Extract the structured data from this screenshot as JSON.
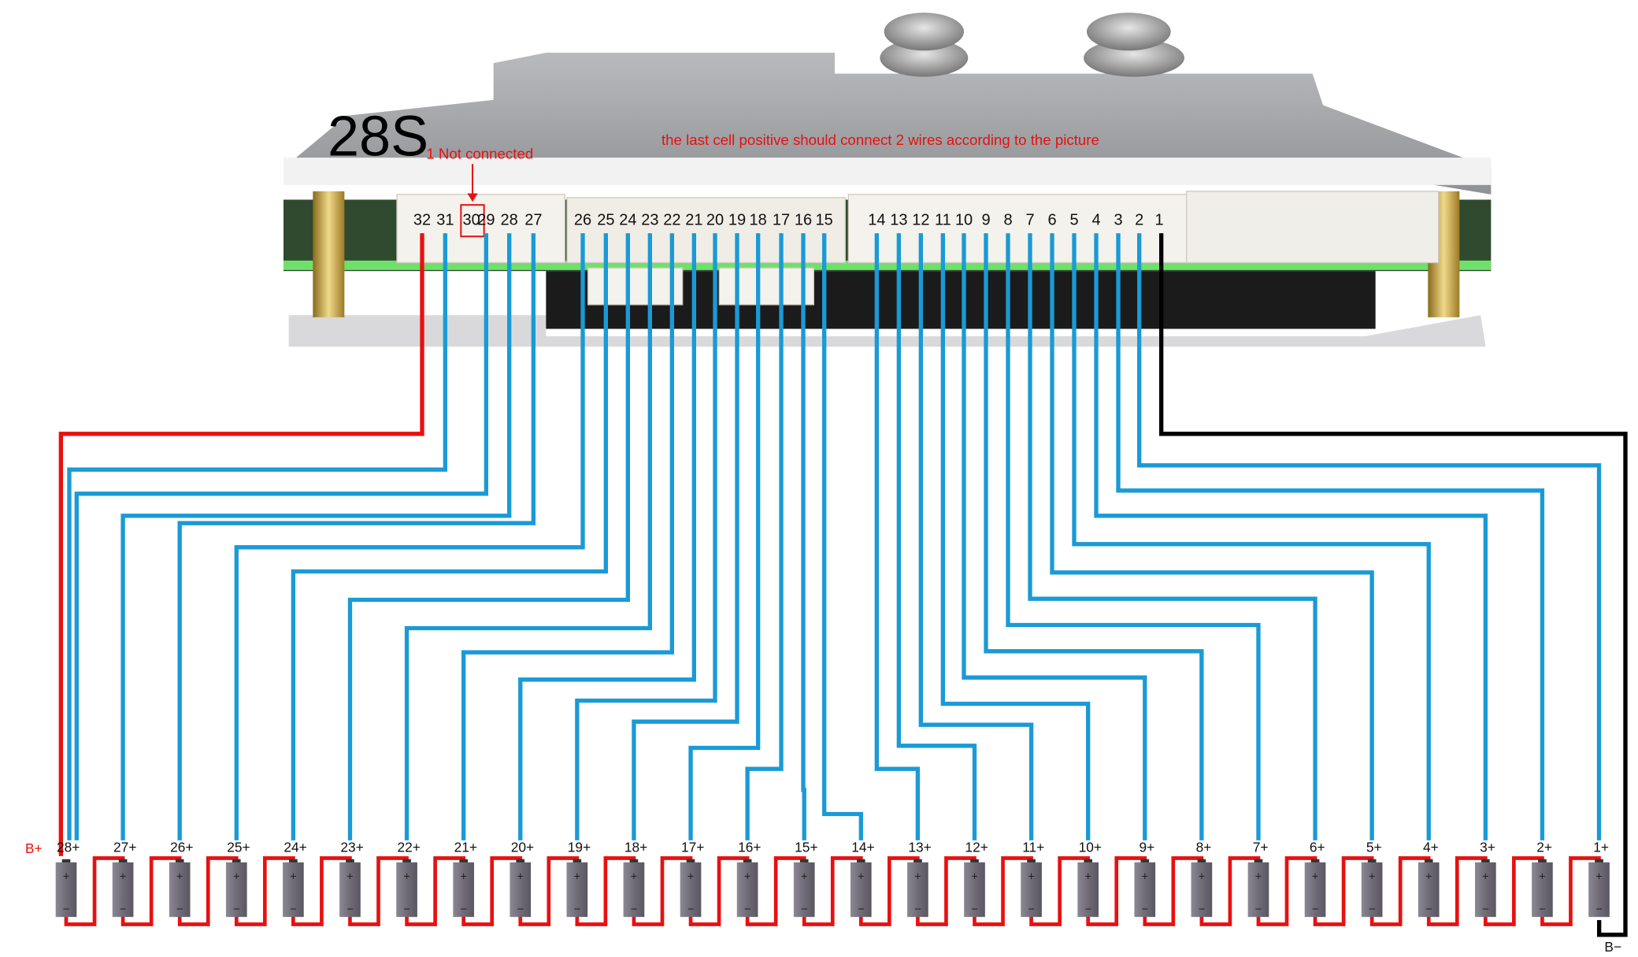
{
  "title": "28S",
  "note_last_cell": "the last cell positive should connect 2 wires according to the picture",
  "note_not_connected": "1 Not connected",
  "not_connected_pin": "30",
  "bplus_label": "B+",
  "bminus_label": "B−",
  "colors": {
    "balance_wire": "#1a9ad6",
    "positive_wire": "#e81010",
    "negative_wire": "#000000",
    "annotation": "#e81010",
    "cell_body": "#77737f"
  },
  "pins": [
    "32",
    "31",
    "30",
    "29",
    "28",
    "27",
    "26",
    "25",
    "24",
    "23",
    "22",
    "21",
    "20",
    "19",
    "18",
    "17",
    "16",
    "15",
    "14",
    "13",
    "12",
    "11",
    "10",
    "9",
    "8",
    "7",
    "6",
    "5",
    "4",
    "3",
    "2",
    "1"
  ],
  "cells": [
    "28+",
    "27+",
    "26+",
    "25+",
    "24+",
    "23+",
    "22+",
    "21+",
    "20+",
    "19+",
    "18+",
    "17+",
    "16+",
    "15+",
    "14+",
    "13+",
    "12+",
    "11+",
    "10+",
    "9+",
    "8+",
    "7+",
    "6+",
    "5+",
    "4+",
    "3+",
    "2+",
    "1+"
  ],
  "connections": [
    {
      "pin": "32",
      "to": "B+",
      "wire": "positive"
    },
    {
      "pin": "31",
      "to": "28+",
      "wire": "balance"
    },
    {
      "pin": "29",
      "to": "28+",
      "wire": "balance"
    },
    {
      "pin": "28",
      "to": "27+",
      "wire": "balance"
    },
    {
      "pin": "27",
      "to": "26+",
      "wire": "balance"
    },
    {
      "pin": "26",
      "to": "25+",
      "wire": "balance"
    },
    {
      "pin": "25",
      "to": "24+",
      "wire": "balance"
    },
    {
      "pin": "24",
      "to": "23+",
      "wire": "balance"
    },
    {
      "pin": "23",
      "to": "22+",
      "wire": "balance"
    },
    {
      "pin": "22",
      "to": "21+",
      "wire": "balance"
    },
    {
      "pin": "21",
      "to": "20+",
      "wire": "balance"
    },
    {
      "pin": "20",
      "to": "19+",
      "wire": "balance"
    },
    {
      "pin": "19",
      "to": "18+",
      "wire": "balance"
    },
    {
      "pin": "18",
      "to": "17+",
      "wire": "balance"
    },
    {
      "pin": "17",
      "to": "16+",
      "wire": "balance"
    },
    {
      "pin": "16",
      "to": "15+",
      "wire": "balance"
    },
    {
      "pin": "15",
      "to": "14+",
      "wire": "balance"
    },
    {
      "pin": "14",
      "to": "13+",
      "wire": "balance"
    },
    {
      "pin": "13",
      "to": "12+",
      "wire": "balance"
    },
    {
      "pin": "12",
      "to": "11+",
      "wire": "balance"
    },
    {
      "pin": "11",
      "to": "10+",
      "wire": "balance"
    },
    {
      "pin": "10",
      "to": "9+",
      "wire": "balance"
    },
    {
      "pin": "9",
      "to": "8+",
      "wire": "balance"
    },
    {
      "pin": "8",
      "to": "7+",
      "wire": "balance"
    },
    {
      "pin": "7",
      "to": "6+",
      "wire": "balance"
    },
    {
      "pin": "6",
      "to": "5+",
      "wire": "balance"
    },
    {
      "pin": "5",
      "to": "4+",
      "wire": "balance"
    },
    {
      "pin": "4",
      "to": "3+",
      "wire": "balance"
    },
    {
      "pin": "3",
      "to": "2+",
      "wire": "balance"
    },
    {
      "pin": "2",
      "to": "1+",
      "wire": "balance"
    },
    {
      "pin": "1",
      "to": "B-",
      "wire": "negative"
    }
  ]
}
